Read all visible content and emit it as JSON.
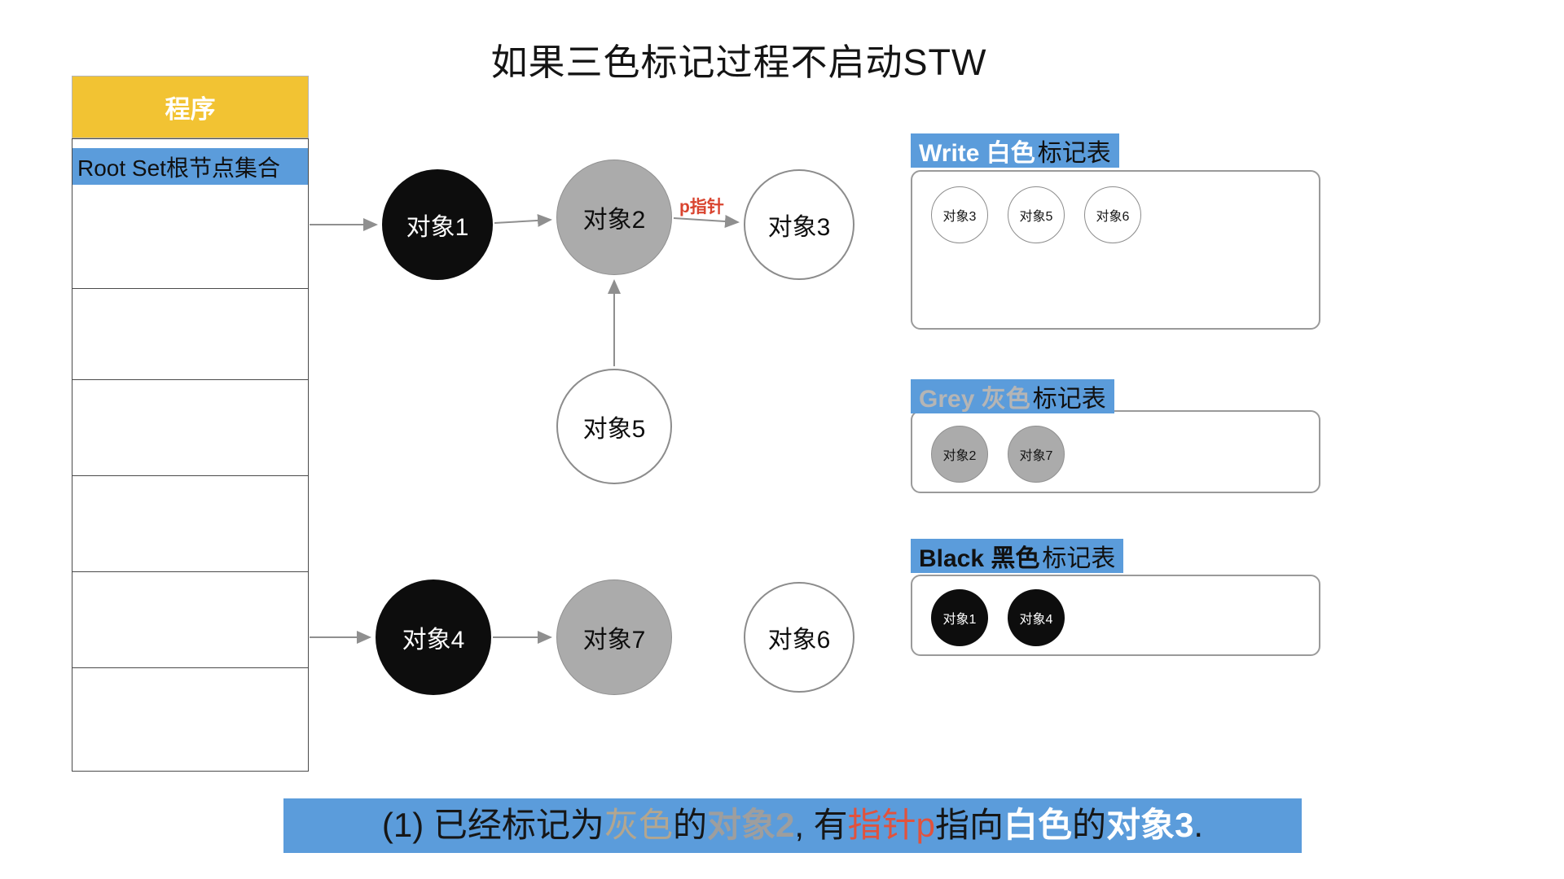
{
  "title": "如果三色标记过程不启动STW",
  "program_table": {
    "header": "程序",
    "root_label": "Root Set根节点集合",
    "empty_row_count": 6
  },
  "graph": {
    "nodes": [
      {
        "id": "obj1",
        "label": "对象1",
        "color": "black"
      },
      {
        "id": "obj2",
        "label": "对象2",
        "color": "grey"
      },
      {
        "id": "obj3",
        "label": "对象3",
        "color": "white"
      },
      {
        "id": "obj5",
        "label": "对象5",
        "color": "white"
      },
      {
        "id": "obj4",
        "label": "对象4",
        "color": "black"
      },
      {
        "id": "obj7",
        "label": "对象7",
        "color": "grey"
      },
      {
        "id": "obj6",
        "label": "对象6",
        "color": "white"
      }
    ],
    "edges": [
      {
        "from": "root-set",
        "to": "对象1",
        "label": ""
      },
      {
        "from": "对象1",
        "to": "对象2",
        "label": ""
      },
      {
        "from": "对象2",
        "to": "对象3",
        "label": "p指针"
      },
      {
        "from": "对象5",
        "to": "对象2",
        "label": ""
      },
      {
        "from": "root-set",
        "to": "对象4",
        "label": ""
      },
      {
        "from": "对象4",
        "to": "对象7",
        "label": ""
      }
    ]
  },
  "panels": [
    {
      "id": "white-mark-table",
      "title_en": "Write 白色",
      "title_cn": "标记表",
      "title_en_color": "#ffffff",
      "items": [
        "对象3",
        "对象5",
        "对象6"
      ]
    },
    {
      "id": "grey-mark-table",
      "title_en": "Grey 灰色",
      "title_cn": "标记表",
      "title_en_color": "#b5b5b5",
      "items": [
        "对象2",
        "对象7"
      ]
    },
    {
      "id": "black-mark-table",
      "title_en": "Black 黑色",
      "title_cn": "标记表",
      "title_en_color": "#111111",
      "items": [
        "对象1",
        "对象4"
      ]
    }
  ],
  "caption": {
    "segments": [
      {
        "text": "(1) 已经标记为",
        "color": "#161616",
        "bold": false
      },
      {
        "text": "灰色",
        "color": "#b3a68f",
        "bold": false
      },
      {
        "text": "的",
        "color": "#161616",
        "bold": false
      },
      {
        "text": "对象2",
        "color": "#9e9e9e",
        "bold": true
      },
      {
        "text": ", 有",
        "color": "#161616",
        "bold": false
      },
      {
        "text": "指针p",
        "color": "#e1523d",
        "bold": false
      },
      {
        "text": "指向",
        "color": "#161616",
        "bold": false
      },
      {
        "text": "白色",
        "color": "#ffffff",
        "bold": true
      },
      {
        "text": "的",
        "color": "#161616",
        "bold": false
      },
      {
        "text": "对象3",
        "color": "#ffffff",
        "bold": true
      },
      {
        "text": ".",
        "color": "#161616",
        "bold": false
      }
    ]
  },
  "colors": {
    "accent_blue": "#5b9cdb",
    "header_yellow": "#f2c333",
    "node_black": "#0d0d0d",
    "node_grey": "#ababab",
    "node_white": "#ffffff",
    "pointer_red": "#d9442f"
  }
}
